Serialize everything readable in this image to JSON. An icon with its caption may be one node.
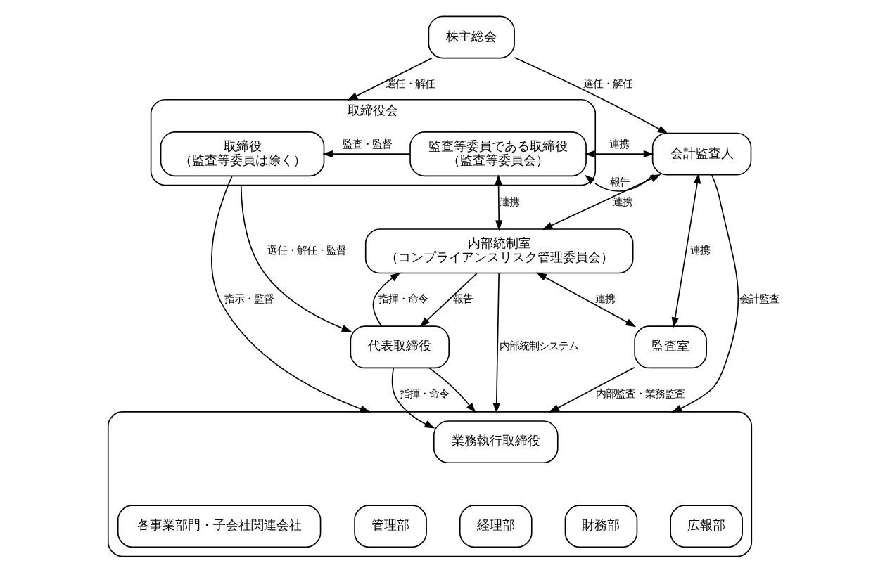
{
  "diagram": {
    "nodes": [
      {
        "text": [
          "株主総会"
        ]
      },
      {
        "text": [
          "取締役会"
        ]
      },
      {
        "text": [
          "取締役",
          "（監査等委員は除く）"
        ],
        "in": 1
      },
      {
        "text": [
          "監査等委員である取締役",
          "（監査等委員会）"
        ],
        "in": 1
      },
      {
        "text": [
          "会計監査人"
        ]
      },
      {
        "text": [
          "代表取締役"
        ]
      },
      {
        "text": [
          "内部統制室",
          "（コンプライアンスリスク管理委員会）"
        ]
      },
      {
        "text": [
          "監査室"
        ]
      },
      {
        "text": [],
        "shape": "box"
      },
      {
        "text": [
          "業務執行取締役"
        ],
        "in": 8
      },
      {
        "text": [
          "各事業部門・子会社関連会社"
        ],
        "in": 8
      },
      {
        "text": [
          "管理部"
        ],
        "in": 8
      },
      {
        "text": [
          "経理部"
        ],
        "in": 8
      },
      {
        "text": [
          "財務部"
        ],
        "in": 8
      },
      {
        "text": [
          "広報部"
        ],
        "in": 8
      }
    ],
    "edges": [
      {
        "from": 0,
        "to": 1,
        "arrow": "to",
        "label": "選任・解任"
      },
      {
        "from": 0,
        "to": 4,
        "arrow": "to",
        "label": "選任・解任"
      },
      {
        "from": 3,
        "to": 2,
        "arrow": "to",
        "label": "監査・監督"
      },
      {
        "from": 3,
        "to": 4,
        "arrow": "both",
        "label": "連携"
      },
      {
        "from": 4,
        "to": 3,
        "arrow": "to",
        "label": "報告"
      },
      {
        "from": 1,
        "to": 5,
        "arrow": "to",
        "label": "選任・解任・監督"
      },
      {
        "from": 3,
        "to": 6,
        "arrow": "both",
        "label": "連携"
      },
      {
        "from": 5,
        "to": 6,
        "arrow": "to",
        "label": "指揮・命令"
      },
      {
        "from": 6,
        "to": 5,
        "arrow": "to",
        "label": "報告"
      },
      {
        "from": 4,
        "to": 6,
        "arrow": "both",
        "label": "連携"
      },
      {
        "from": 4,
        "to": 7,
        "arrow": "both",
        "label": "連携"
      },
      {
        "from": 6,
        "to": 7,
        "arrow": "both",
        "label": "連携"
      },
      {
        "from": 4,
        "to": 8,
        "arrow": "to",
        "label": "会計監査"
      },
      {
        "from": 2,
        "to": 8,
        "arrow": "to",
        "label": "指示・監督"
      },
      {
        "from": 5,
        "to": 9,
        "arrow": "to",
        "label": "指揮・命令"
      },
      {
        "from": 5,
        "to": 8,
        "arrow": "to"
      },
      {
        "from": 6,
        "to": 8,
        "arrow": "to",
        "label": "内部統制システム"
      },
      {
        "from": 7,
        "to": 8,
        "arrow": "to",
        "label": "内部監査・業務監査"
      }
    ]
  }
}
